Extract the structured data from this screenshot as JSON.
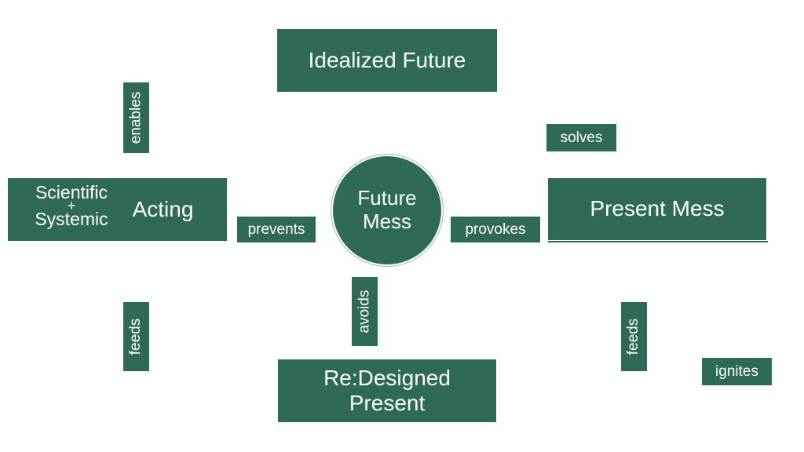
{
  "nodes": {
    "idealized_future": "Idealized Future",
    "future_mess": [
      "Future",
      "Mess"
    ],
    "acting": "Acting",
    "scientific": "Scientific",
    "plus": "+",
    "systemic": "Systemic",
    "present_mess": "Present Mess",
    "redesigned_present": [
      "Re:Designed",
      "Present"
    ]
  },
  "edges": {
    "enables": "enables",
    "solves": "solves",
    "prevents": "prevents",
    "provokes": "provokes",
    "avoids": "avoids",
    "feeds_left": "feeds",
    "feeds_right": "feeds",
    "ignites": "ignites"
  },
  "colors": {
    "node_fill": "#2f6a58",
    "text": "#ffffff",
    "background": "#ffffff"
  }
}
